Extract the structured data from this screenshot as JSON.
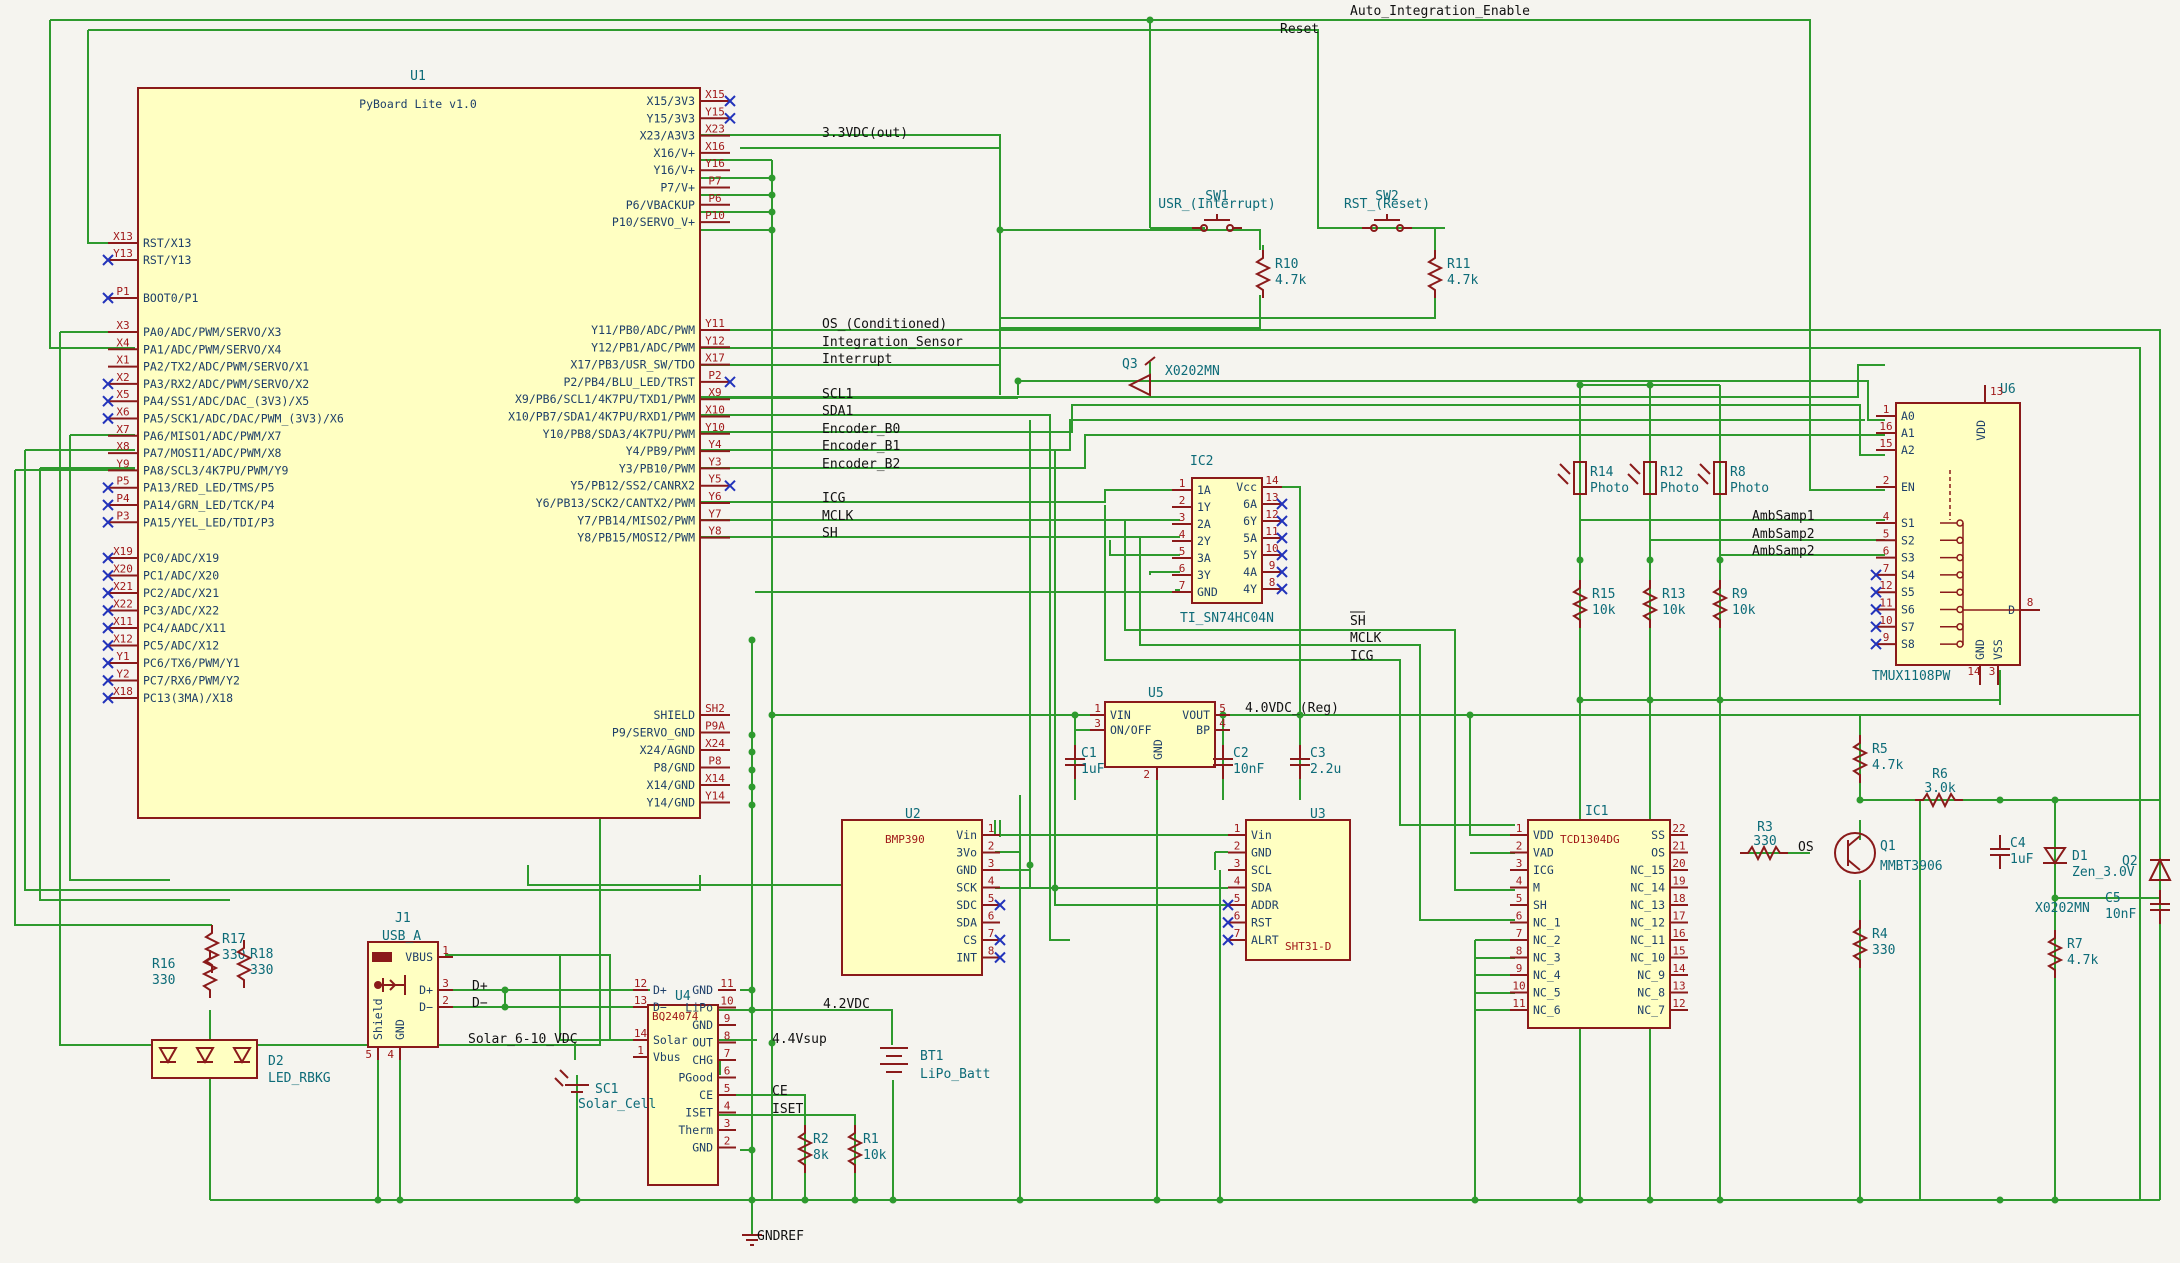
{
  "nets": {
    "top_left": "Auto_Integration_Enable",
    "top_reset": "Reset",
    "v33": "3.3VDC(out)",
    "os_cond": "OS_(Conditioned)",
    "int_sensor": "Integration_Sensor",
    "interrupt": "Interrupt",
    "scl": "SCL1",
    "sda": "SDA1",
    "enc0": "Encoder_B0",
    "enc1": "Encoder_B1",
    "enc2": "Encoder_B2",
    "icg": "ICG",
    "mclk": "MCLK",
    "sh": "SH",
    "v40": "4.0VDC_(Reg)",
    "amb1": "AmbSamp1",
    "amb2": "AmbSamp2",
    "amb3": "AmbSamp2",
    "sh2": "SH",
    "mclk2": "MCLK",
    "icg2": "ICG",
    "dplus": "D+",
    "dminus": "D−",
    "solar": "Solar_6-10_VDC",
    "v44": "4.4Vsup",
    "v42": "4.2VDC",
    "ce": "CE",
    "iset": "ISET",
    "os": "OS",
    "gndref": "GNDREF"
  },
  "u1": {
    "ref": "U1",
    "value": "PyBoard Lite v1.0",
    "left_pins": [
      {
        "num": "X13",
        "name": "RST/X13"
      },
      {
        "num": "Y13",
        "name": "RST/Y13"
      },
      {
        "num": "P1",
        "name": "BOOT0/P1"
      },
      {
        "num": "X3",
        "name": "PA0/ADC/PWM/SERVO/X3"
      },
      {
        "num": "X4",
        "name": "PA1/ADC/PWM/SERVO/X4"
      },
      {
        "num": "X1",
        "name": "PA2/TX2/ADC/PWM/SERVO/X1"
      },
      {
        "num": "X2",
        "name": "PA3/RX2/ADC/PWM/SERVO/X2"
      },
      {
        "num": "X5",
        "name": "PA4/SS1/ADC/DAC_(3V3)/X5"
      },
      {
        "num": "X6",
        "name": "PA5/SCK1/ADC/DAC/PWM_(3V3)/X6"
      },
      {
        "num": "X7",
        "name": "PA6/MISO1/ADC/PWM/X7"
      },
      {
        "num": "X8",
        "name": "PA7/MOSI1/ADC/PWM/X8"
      },
      {
        "num": "Y9",
        "name": "PA8/SCL3/4K7PU/PWM/Y9"
      },
      {
        "num": "P5",
        "name": "PA13/RED_LED/TMS/P5"
      },
      {
        "num": "P4",
        "name": "PA14/GRN_LED/TCK/P4"
      },
      {
        "num": "P3",
        "name": "PA15/YEL_LED/TDI/P3"
      },
      {
        "num": "X19",
        "name": "PC0/ADC/X19"
      },
      {
        "num": "X20",
        "name": "PC1/ADC/X20"
      },
      {
        "num": "X21",
        "name": "PC2/ADC/X21"
      },
      {
        "num": "X22",
        "name": "PC3/ADC/X22"
      },
      {
        "num": "X11",
        "name": "PC4/AADC/X11"
      },
      {
        "num": "X12",
        "name": "PC5/ADC/X12"
      },
      {
        "num": "Y1",
        "name": "PC6/TX6/PWM/Y1"
      },
      {
        "num": "Y2",
        "name": "PC7/RX6/PWM/Y2"
      },
      {
        "num": "X18",
        "name": "PC13(3MA)/X18"
      }
    ],
    "right_pins": [
      {
        "num": "X15",
        "name": "X15/3V3"
      },
      {
        "num": "Y15",
        "name": "Y15/3V3"
      },
      {
        "num": "X23",
        "name": "X23/A3V3"
      },
      {
        "num": "X16",
        "name": "X16/V+"
      },
      {
        "num": "Y16",
        "name": "Y16/V+"
      },
      {
        "num": "P7",
        "name": "P7/V+"
      },
      {
        "num": "P6",
        "name": "P6/VBACKUP"
      },
      {
        "num": "P10",
        "name": "P10/SERVO_V+"
      },
      {
        "num": "Y11",
        "name": "Y11/PB0/ADC/PWM"
      },
      {
        "num": "Y12",
        "name": "Y12/PB1/ADC/PWM"
      },
      {
        "num": "X17",
        "name": "X17/PB3/USR_SW/TDO"
      },
      {
        "num": "P2",
        "name": "P2/PB4/BLU_LED/TRST"
      },
      {
        "num": "X9",
        "name": "X9/PB6/SCL1/4K7PU/TXD1/PWM"
      },
      {
        "num": "X10",
        "name": "X10/PB7/SDA1/4K7PU/RXD1/PWM"
      },
      {
        "num": "Y10",
        "name": "Y10/PB8/SDA3/4K7PU/PWM"
      },
      {
        "num": "Y4",
        "name": "Y4/PB9/PWM"
      },
      {
        "num": "Y3",
        "name": "Y3/PB10/PWM"
      },
      {
        "num": "Y5",
        "name": "Y5/PB12/SS2/CANRX2"
      },
      {
        "num": "Y6",
        "name": "Y6/PB13/SCK2/CANTX2/PWM"
      },
      {
        "num": "Y7",
        "name": "Y7/PB14/MISO2/PWM"
      },
      {
        "num": "Y8",
        "name": "Y8/PB15/MOSI2/PWM"
      },
      {
        "num": "SH2",
        "name": "SHIELD"
      },
      {
        "num": "P9A",
        "name": "P9/SERVO_GND"
      },
      {
        "num": "X24",
        "name": "X24/AGND"
      },
      {
        "num": "P8",
        "name": "P8/GND"
      },
      {
        "num": "X14",
        "name": "X14/GND"
      },
      {
        "num": "Y14",
        "name": "Y14/GND"
      }
    ]
  },
  "ic2": {
    "ref": "IC2",
    "value": "TI_SN74HC04N",
    "left_pins": [
      {
        "num": "1",
        "name": "1A"
      },
      {
        "num": "2",
        "name": "1Y"
      },
      {
        "num": "3",
        "name": "2A"
      },
      {
        "num": "4",
        "name": "2Y"
      },
      {
        "num": "5",
        "name": "3A"
      },
      {
        "num": "6",
        "name": "3Y"
      },
      {
        "num": "7",
        "name": "GND"
      }
    ],
    "right_pins": [
      {
        "num": "14",
        "name": "Vcc"
      },
      {
        "num": "13",
        "name": "6A"
      },
      {
        "num": "12",
        "name": "6Y"
      },
      {
        "num": "11",
        "name": "5A"
      },
      {
        "num": "10",
        "name": "5Y"
      },
      {
        "num": "9",
        "name": "4A"
      },
      {
        "num": "8",
        "name": "4Y"
      }
    ]
  },
  "u6": {
    "ref": "U6",
    "value": "TMUX1108PW",
    "left_pins": [
      {
        "num": "1",
        "name": "A0"
      },
      {
        "num": "16",
        "name": "A1"
      },
      {
        "num": "15",
        "name": "A2"
      },
      {
        "num": "2",
        "name": "EN"
      },
      {
        "num": "4",
        "name": "S1"
      },
      {
        "num": "5",
        "name": "S2"
      },
      {
        "num": "6",
        "name": "S3"
      },
      {
        "num": "7",
        "name": "S4"
      },
      {
        "num": "12",
        "name": "S5"
      },
      {
        "num": "11",
        "name": "S6"
      },
      {
        "num": "10",
        "name": "S7"
      },
      {
        "num": "9",
        "name": "S8"
      }
    ],
    "right_pin": {
      "num": "8",
      "name": "D"
    },
    "top_pin": {
      "num": "13",
      "name": "VDD"
    },
    "bottom_pins": [
      {
        "num": "14",
        "name": "GND"
      },
      {
        "num": "3",
        "name": "VSS"
      }
    ]
  },
  "u5": {
    "ref": "U5",
    "left_pins": [
      {
        "num": "1",
        "name": "VIN"
      },
      {
        "num": "3",
        "name": "ON/OFF"
      }
    ],
    "right_pins": [
      {
        "num": "5",
        "name": "VOUT"
      },
      {
        "num": "4",
        "name": "BP"
      }
    ],
    "bottom_pin": {
      "num": "2",
      "name": "GND"
    }
  },
  "u2": {
    "ref": "U2",
    "value": "BMP390",
    "pins": [
      {
        "num": "1",
        "name": "Vin"
      },
      {
        "num": "2",
        "name": "3Vo"
      },
      {
        "num": "3",
        "name": "GND"
      },
      {
        "num": "4",
        "name": "SCK"
      },
      {
        "num": "5",
        "name": "SDC"
      },
      {
        "num": "6",
        "name": "SDA"
      },
      {
        "num": "7",
        "name": "CS"
      },
      {
        "num": "8",
        "name": "INT"
      }
    ]
  },
  "u3": {
    "ref": "U3",
    "value": "SHT31-D",
    "pins": [
      {
        "num": "1",
        "name": "Vin"
      },
      {
        "num": "2",
        "name": "GND"
      },
      {
        "num": "3",
        "name": "SCL"
      },
      {
        "num": "4",
        "name": "SDA"
      },
      {
        "num": "5",
        "name": "ADDR"
      },
      {
        "num": "6",
        "name": "RST"
      },
      {
        "num": "7",
        "name": "ALRT"
      }
    ]
  },
  "ic1": {
    "ref": "IC1",
    "value": "TCD1304DG",
    "left_pins": [
      {
        "num": "1",
        "name": "VDD"
      },
      {
        "num": "2",
        "name": "VAD"
      },
      {
        "num": "3",
        "name": "ICG"
      },
      {
        "num": "4",
        "name": "M"
      },
      {
        "num": "5",
        "name": "SH"
      },
      {
        "num": "6",
        "name": "NC_1"
      },
      {
        "num": "7",
        "name": "NC_2"
      },
      {
        "num": "8",
        "name": "NC_3"
      },
      {
        "num": "9",
        "name": "NC_4"
      },
      {
        "num": "10",
        "name": "NC_5"
      },
      {
        "num": "11",
        "name": "NC_6"
      }
    ],
    "right_pins": [
      {
        "num": "22",
        "name": "SS"
      },
      {
        "num": "21",
        "name": "OS"
      },
      {
        "num": "20",
        "name": "NC_15"
      },
      {
        "num": "19",
        "name": "NC_14"
      },
      {
        "num": "18",
        "name": "NC_13"
      },
      {
        "num": "17",
        "name": "NC_12"
      },
      {
        "num": "16",
        "name": "NC_11"
      },
      {
        "num": "15",
        "name": "NC_10"
      },
      {
        "num": "14",
        "name": "NC_9"
      },
      {
        "num": "13",
        "name": "NC_8"
      },
      {
        "num": "12",
        "name": "NC_7"
      }
    ]
  },
  "u4": {
    "ref": "U4",
    "value": "BQ24074",
    "left_pins": [
      {
        "num": "12",
        "name": "D+"
      },
      {
        "num": "13",
        "name": "D−"
      },
      {
        "num": "14",
        "name": "Solar"
      },
      {
        "num": "1",
        "name": "Vbus"
      }
    ],
    "right_pins": [
      {
        "num": "11",
        "name": "GND"
      },
      {
        "num": "10",
        "name": "LiPo"
      },
      {
        "num": "9",
        "name": "GND"
      },
      {
        "num": "8",
        "name": "OUT"
      },
      {
        "num": "7",
        "name": "CHG"
      },
      {
        "num": "6",
        "name": "PGood"
      },
      {
        "num": "5",
        "name": "CE"
      },
      {
        "num": "4",
        "name": "ISET"
      },
      {
        "num": "3",
        "name": "Therm"
      },
      {
        "num": "2",
        "name": "GND"
      }
    ]
  },
  "j1": {
    "ref": "J1",
    "value": "USB_A",
    "pins": [
      {
        "num": "1",
        "name": "VBUS"
      },
      {
        "num": "3",
        "name": "D+"
      },
      {
        "num": "2",
        "name": "D−"
      }
    ],
    "bottom": [
      {
        "num": "5",
        "name": "Shield"
      },
      {
        "num": "4",
        "name": "GND"
      }
    ]
  },
  "passives": [
    {
      "id": "r10",
      "ref": "R10",
      "value": "4.7k"
    },
    {
      "id": "r11",
      "ref": "R11",
      "value": "4.7k"
    },
    {
      "id": "r14",
      "ref": "R14",
      "value": "Photo"
    },
    {
      "id": "r12",
      "ref": "R12",
      "value": "Photo"
    },
    {
      "id": "r8",
      "ref": "R8",
      "value": "Photo"
    },
    {
      "id": "r15",
      "ref": "R15",
      "value": "10k"
    },
    {
      "id": "r13",
      "ref": "R13",
      "value": "10k"
    },
    {
      "id": "r9",
      "ref": "R9",
      "value": "10k"
    },
    {
      "id": "r5",
      "ref": "R5",
      "value": "4.7k"
    },
    {
      "id": "r6",
      "ref": "R6",
      "value": "3.0k"
    },
    {
      "id": "r3",
      "ref": "R3",
      "value": "330"
    },
    {
      "id": "r4",
      "ref": "R4",
      "value": "330"
    },
    {
      "id": "r7",
      "ref": "R7",
      "value": "4.7k"
    },
    {
      "id": "r16",
      "ref": "R16",
      "value": "330"
    },
    {
      "id": "r17",
      "ref": "R17",
      "value": "330"
    },
    {
      "id": "r18",
      "ref": "R18",
      "value": "330"
    },
    {
      "id": "r2",
      "ref": "R2",
      "value": "8k"
    },
    {
      "id": "r1",
      "ref": "R1",
      "value": "10k"
    },
    {
      "id": "c1",
      "ref": "C1",
      "value": "1uF"
    },
    {
      "id": "c2",
      "ref": "C2",
      "value": "10nF"
    },
    {
      "id": "c3",
      "ref": "C3",
      "value": "2.2u"
    },
    {
      "id": "c4",
      "ref": "C4",
      "value": "1uF"
    },
    {
      "id": "c5",
      "ref": "C5",
      "value": "10nF"
    },
    {
      "id": "sw1",
      "ref": "SW1",
      "value": "USR_(Interrupt)"
    },
    {
      "id": "sw2",
      "ref": "SW2",
      "value": "RST_(Reset)"
    },
    {
      "id": "q3",
      "ref": "Q3",
      "value": "X0202MN"
    },
    {
      "id": "q1",
      "ref": "Q1",
      "value": "MMBT3906"
    },
    {
      "id": "q2",
      "ref": "Q2",
      "value": "X0202MN"
    },
    {
      "id": "d1",
      "ref": "D1",
      "value": "Zen_3.0V"
    },
    {
      "id": "d2",
      "ref": "D2",
      "value": "LED_RBKG"
    },
    {
      "id": "bt1",
      "ref": "BT1",
      "value": "LiPo_Batt"
    },
    {
      "id": "sc1",
      "ref": "SC1",
      "value": "Solar_Cell"
    }
  ],
  "colors": {
    "wire": "#2e9a2e",
    "body": "#ffffc2",
    "outline": "#8a1a1a",
    "pin_number": "#a01818",
    "pin_name": "#1e3f6a",
    "refdes": "#0d6b78",
    "no_connect": "#2233bb"
  }
}
